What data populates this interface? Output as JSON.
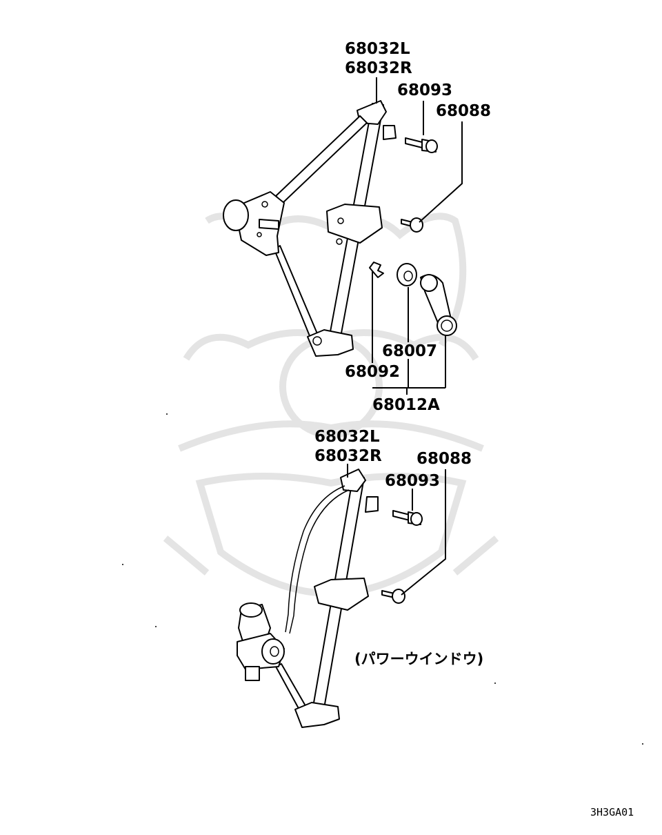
{
  "labels": {
    "upper_regulator_l": "68032L",
    "upper_regulator_r": "68032R",
    "upper_bolt": "68093",
    "upper_screw": "68088",
    "clip": "68092",
    "washer": "68007",
    "handle_set": "68012A",
    "lower_regulator_l": "68032L",
    "lower_regulator_r": "68032R",
    "lower_screw": "68088",
    "lower_bolt": "68093"
  },
  "note": "(パワーウインドウ)",
  "diagram_code": "3H3GA01"
}
